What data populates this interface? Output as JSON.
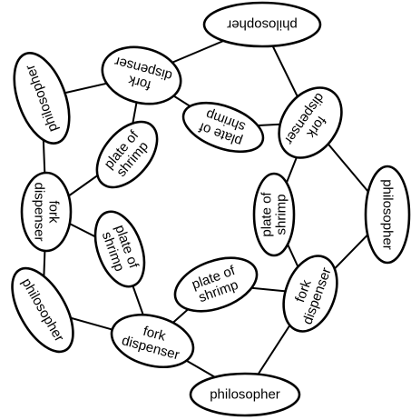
{
  "diagram": {
    "nodes": [
      {
        "id": "p_top",
        "lines": [
          "philosopher"
        ]
      },
      {
        "id": "p_left",
        "lines": [
          "philosopher"
        ]
      },
      {
        "id": "p_right",
        "lines": [
          "philosopher"
        ]
      },
      {
        "id": "p_bottom_left",
        "lines": [
          "philosopher"
        ]
      },
      {
        "id": "p_bottom",
        "lines": [
          "philosopher"
        ]
      },
      {
        "id": "f_top",
        "lines": [
          "fork",
          "dispenser"
        ]
      },
      {
        "id": "f_upper_right",
        "lines": [
          "fork",
          "dispenser"
        ]
      },
      {
        "id": "f_left",
        "lines": [
          "fork",
          "dispenser"
        ]
      },
      {
        "id": "f_lower_right",
        "lines": [
          "fork",
          "dispenser"
        ]
      },
      {
        "id": "f_bottom",
        "lines": [
          "fork",
          "dispenser"
        ]
      },
      {
        "id": "s_upper_left",
        "lines": [
          "plate of",
          "shrimp"
        ]
      },
      {
        "id": "s_upper_center",
        "lines": [
          "plate of",
          "shrimp"
        ]
      },
      {
        "id": "s_right",
        "lines": [
          "plate of",
          "shrimp"
        ]
      },
      {
        "id": "s_left",
        "lines": [
          "plate of",
          "shrimp"
        ]
      },
      {
        "id": "s_center",
        "lines": [
          "plate of",
          "shrimp"
        ]
      }
    ],
    "edges": [
      [
        "p_top",
        "f_top"
      ],
      [
        "p_top",
        "f_upper_right"
      ],
      [
        "p_left",
        "f_top"
      ],
      [
        "p_left",
        "f_left"
      ],
      [
        "p_right",
        "f_upper_right"
      ],
      [
        "p_right",
        "f_lower_right"
      ],
      [
        "p_bottom_left",
        "f_left"
      ],
      [
        "p_bottom_left",
        "f_bottom"
      ],
      [
        "p_bottom",
        "f_bottom"
      ],
      [
        "p_bottom",
        "f_lower_right"
      ],
      [
        "f_top",
        "s_upper_left"
      ],
      [
        "f_top",
        "s_upper_center"
      ],
      [
        "f_upper_right",
        "s_upper_center"
      ],
      [
        "f_upper_right",
        "s_right"
      ],
      [
        "f_left",
        "s_upper_left"
      ],
      [
        "f_left",
        "s_left"
      ],
      [
        "f_lower_right",
        "s_right"
      ],
      [
        "f_lower_right",
        "s_center"
      ],
      [
        "f_bottom",
        "s_left"
      ],
      [
        "f_bottom",
        "s_center"
      ]
    ]
  }
}
